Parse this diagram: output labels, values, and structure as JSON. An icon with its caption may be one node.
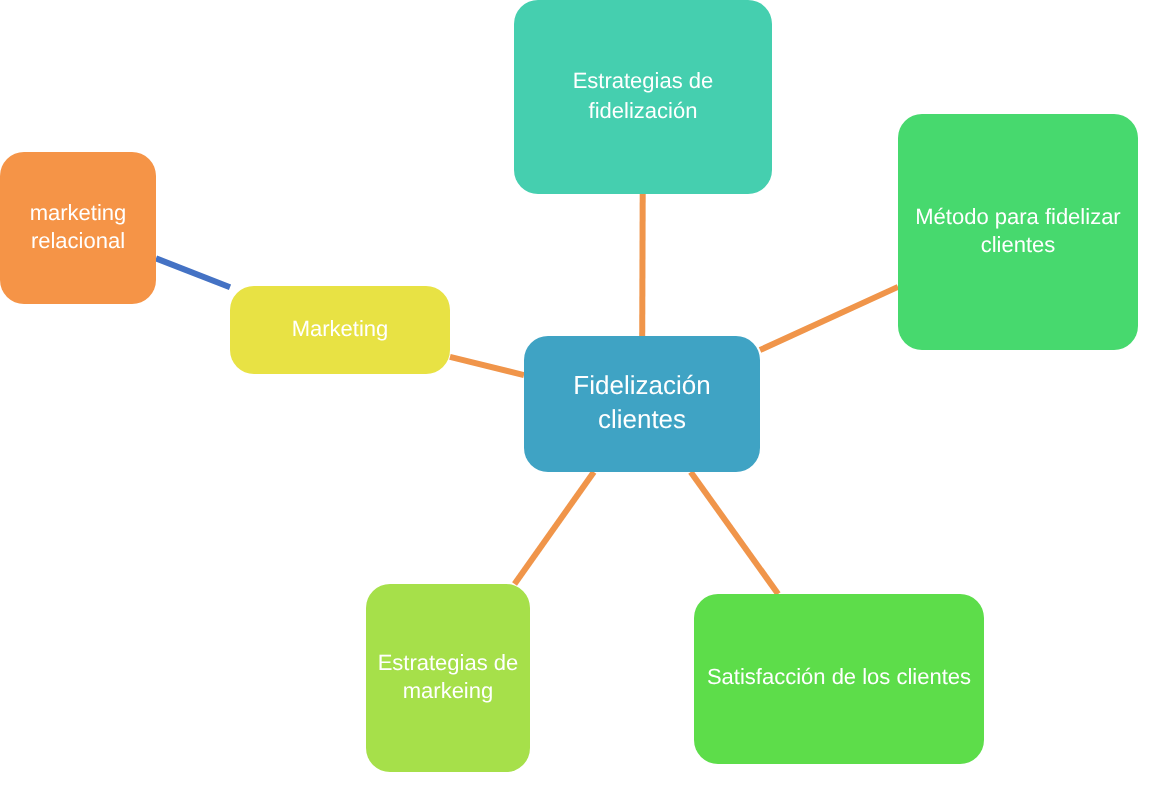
{
  "diagram": {
    "nodes": [
      {
        "text": [
          "Fidelización clientes"
        ]
      },
      {
        "text": [
          "Estrategias de fidelización"
        ]
      },
      {
        "text": [
          "Método para fidelizar clientes"
        ]
      },
      {
        "text": [
          "Satisfacción de los clientes"
        ]
      },
      {
        "text": [
          "Estrategias de markeing"
        ]
      },
      {
        "text": [
          "Marketing"
        ]
      },
      {
        "text": [
          "marketing relacional"
        ]
      }
    ],
    "edges": [
      {
        "from": 0,
        "to": 1,
        "arrow": "none"
      },
      {
        "from": 0,
        "to": 2,
        "arrow": "none"
      },
      {
        "from": 0,
        "to": 3,
        "arrow": "none"
      },
      {
        "from": 0,
        "to": 4,
        "arrow": "none"
      },
      {
        "from": 0,
        "to": 5,
        "arrow": "none"
      },
      {
        "from": 5,
        "to": 6,
        "arrow": "none",
        "color": "#4472c4"
      }
    ]
  }
}
